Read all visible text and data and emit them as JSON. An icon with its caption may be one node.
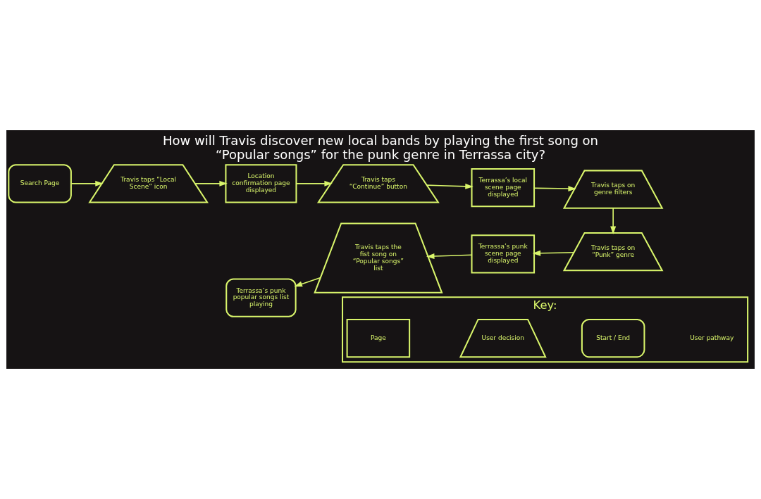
{
  "diagram": {
    "title": "How will Travis discover new local bands by playing the first song on “Popular songs” for the punk genre in Terrassa city?",
    "nodes": [
      {
        "text": [
          "Search Page"
        ]
      },
      {
        "text": [
          "Travis taps “Local Scene” icon"
        ]
      },
      {
        "text": [
          "Location confirmation page displayed"
        ]
      },
      {
        "text": [
          "Travis taps “Continue” button"
        ]
      },
      {
        "text": [
          "Terrassa’s local scene page displayed"
        ]
      },
      {
        "text": [
          "Travis taps on genre filters"
        ]
      },
      {
        "text": [
          "Travis taps on “Punk” genre"
        ]
      },
      {
        "text": [
          "Terrassa’s punk scene page displayed"
        ]
      },
      {
        "text": [
          "Travis taps the fist song on “Popular songs” list"
        ]
      },
      {
        "text": [
          "Terrassa’s punk popular songs list playing"
        ]
      },
      {
        "text": [
          "Key:"
        ]
      },
      {
        "text": [
          "Page"
        ],
        "in": 10
      },
      {
        "text": [
          "User decision"
        ],
        "in": 10
      },
      {
        "text": [
          "Start / End"
        ],
        "in": 10
      }
    ],
    "edges": [
      {
        "from": 0,
        "to": 1,
        "arrow": "to"
      },
      {
        "from": 1,
        "to": 2,
        "arrow": "to"
      },
      {
        "from": 2,
        "to": 3,
        "arrow": "to"
      },
      {
        "from": 3,
        "to": 4,
        "arrow": "to"
      },
      {
        "from": 4,
        "to": 5,
        "arrow": "to"
      },
      {
        "from": 5,
        "to": 6,
        "arrow": "to"
      },
      {
        "from": 6,
        "to": 7,
        "arrow": "to"
      },
      {
        "from": 7,
        "to": 8,
        "arrow": "to"
      },
      {
        "from": 8,
        "to": 9,
        "arrow": "to"
      }
    ],
    "legend": [
      {
        "text": "User pathway"
      }
    ]
  }
}
